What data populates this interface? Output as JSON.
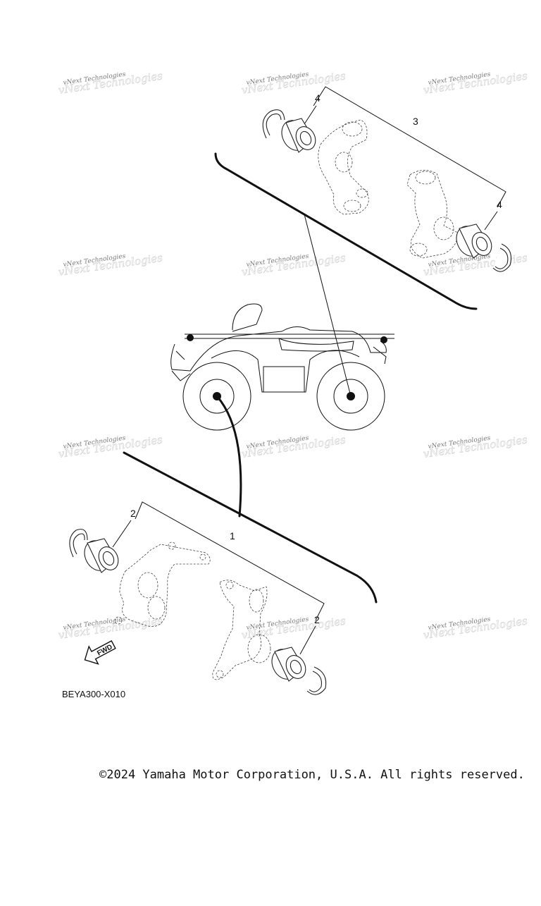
{
  "watermark": {
    "text": "vNext Technologies"
  },
  "callouts": {
    "c1": "1",
    "c2": "2",
    "c3": "3",
    "c4": "4"
  },
  "fwd_label": "FWD",
  "part_code": "BEYA300-X010",
  "copyright": "©2024 Yamaha Motor Corporation, U.S.A. All rights reserved."
}
